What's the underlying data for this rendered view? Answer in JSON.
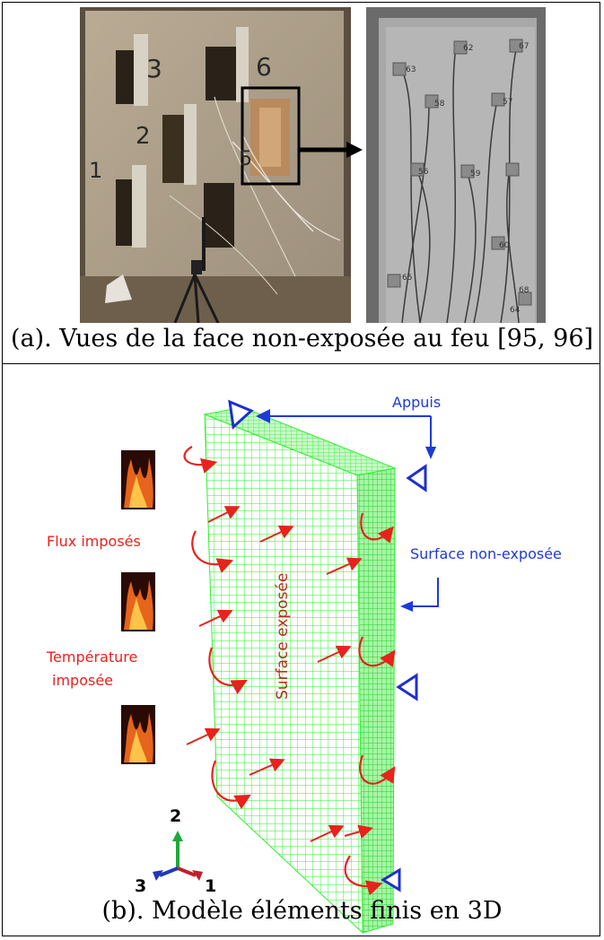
{
  "figure": {
    "caption_a": "(a). Vues de la face non-exposée au feu [95, 96]",
    "caption_b": "(b). Modèle éléments finis en 3D"
  },
  "photo_left": {
    "zone_numbers": [
      "1",
      "2",
      "3",
      "5",
      "6"
    ]
  },
  "photo_right": {
    "sensor_labels": [
      "63",
      "62",
      "67",
      "58",
      "57",
      "56",
      "59",
      "65",
      "60",
      "68",
      "64"
    ]
  },
  "model": {
    "label_appuis": "Appuis",
    "label_surface_non_exposee": "Surface non-exposée",
    "label_flux_imposes": "Flux imposés",
    "label_temperature_line1": "Température",
    "label_temperature_line2": "imposée",
    "label_surface_exposee": "Surface exposée",
    "axis_labels": {
      "axis_1": "1",
      "axis_2": "2",
      "axis_3": "3"
    }
  },
  "colors": {
    "mesh": "#33ff33",
    "support": "#1f2fd0",
    "annotation_blue": "#1f3ad8",
    "annotation_red": "#e8221c",
    "surface_label": "#b3301e"
  }
}
